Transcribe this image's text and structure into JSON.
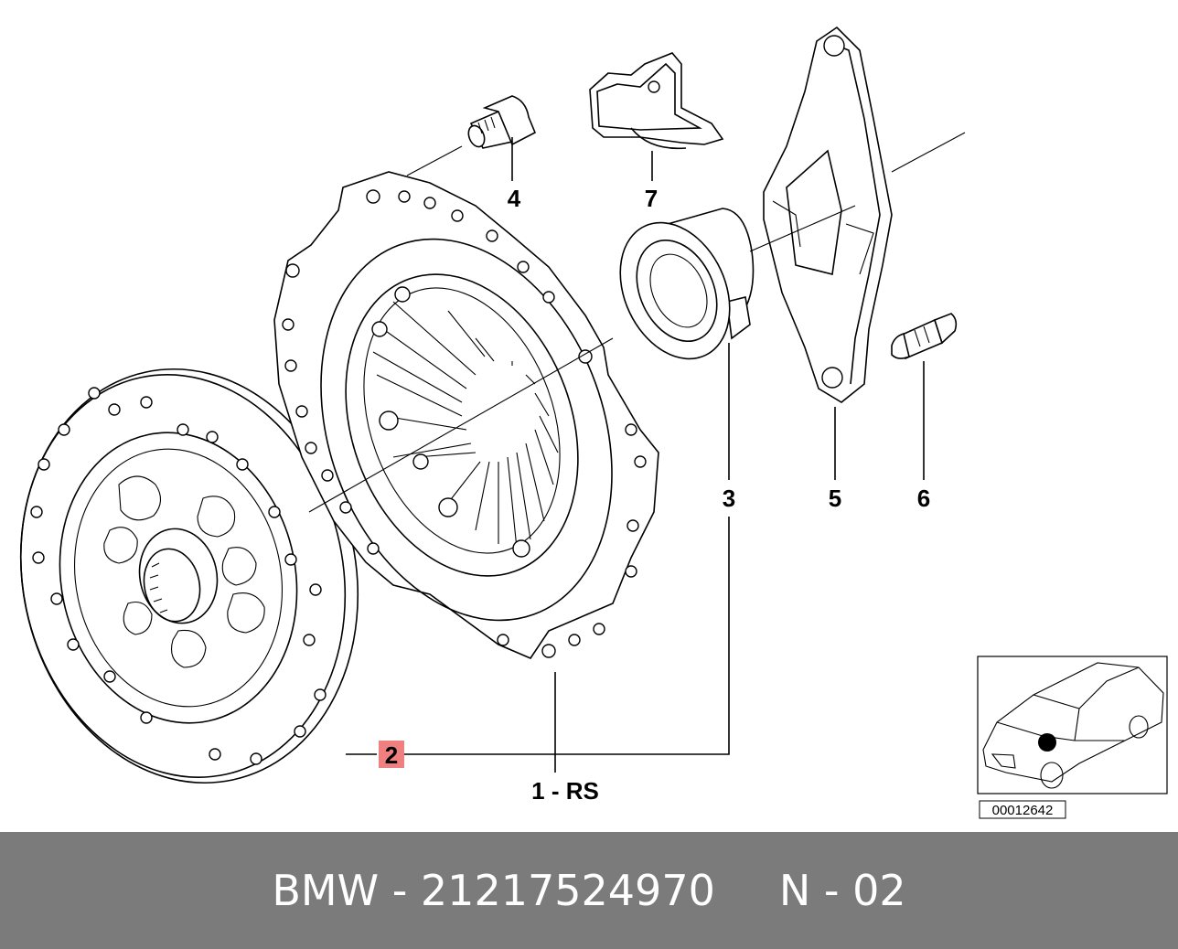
{
  "labels": {
    "c1": "1 - RS",
    "c2": "2",
    "c3": "3",
    "c4": "4",
    "c5": "5",
    "c6": "6",
    "c7": "7"
  },
  "highlight_color": "#f08080",
  "image_number": "00012642",
  "footer": {
    "brand_part": "BMW - 21217524970",
    "position": "N - 02"
  }
}
